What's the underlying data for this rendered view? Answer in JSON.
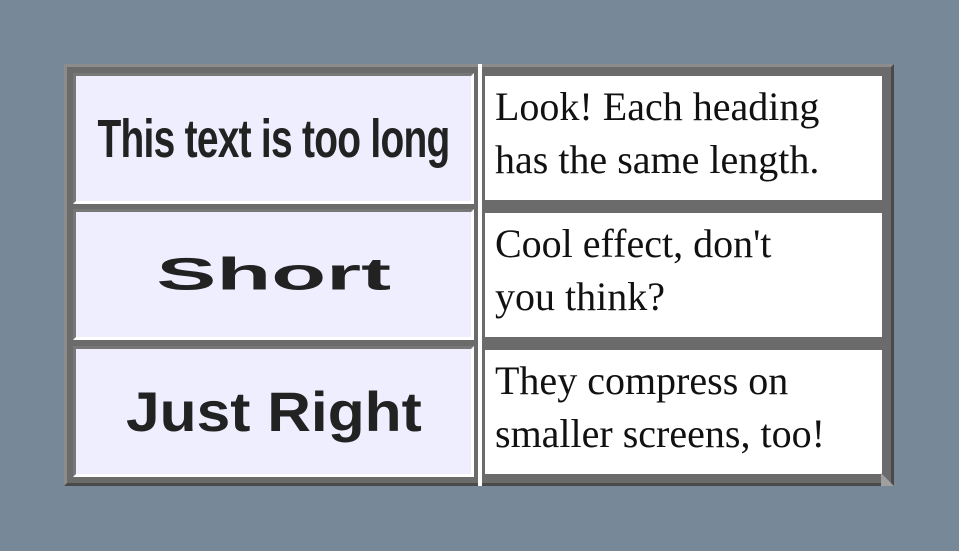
{
  "rows": [
    {
      "heading": "This text is too long",
      "description_lines": [
        "Look! Each heading",
        "has the same length."
      ]
    },
    {
      "heading": "Short",
      "description_lines": [
        "Cool effect, don't",
        "you think?"
      ]
    },
    {
      "heading": "Just Right",
      "description_lines": [
        "They compress on",
        "smaller screens, too!"
      ]
    }
  ],
  "colors": {
    "background": "#778899",
    "heading_cell": "#eeeeff",
    "description_cell": "#ffffff",
    "table_frame": "#6b6b6b",
    "text": "#222222"
  }
}
